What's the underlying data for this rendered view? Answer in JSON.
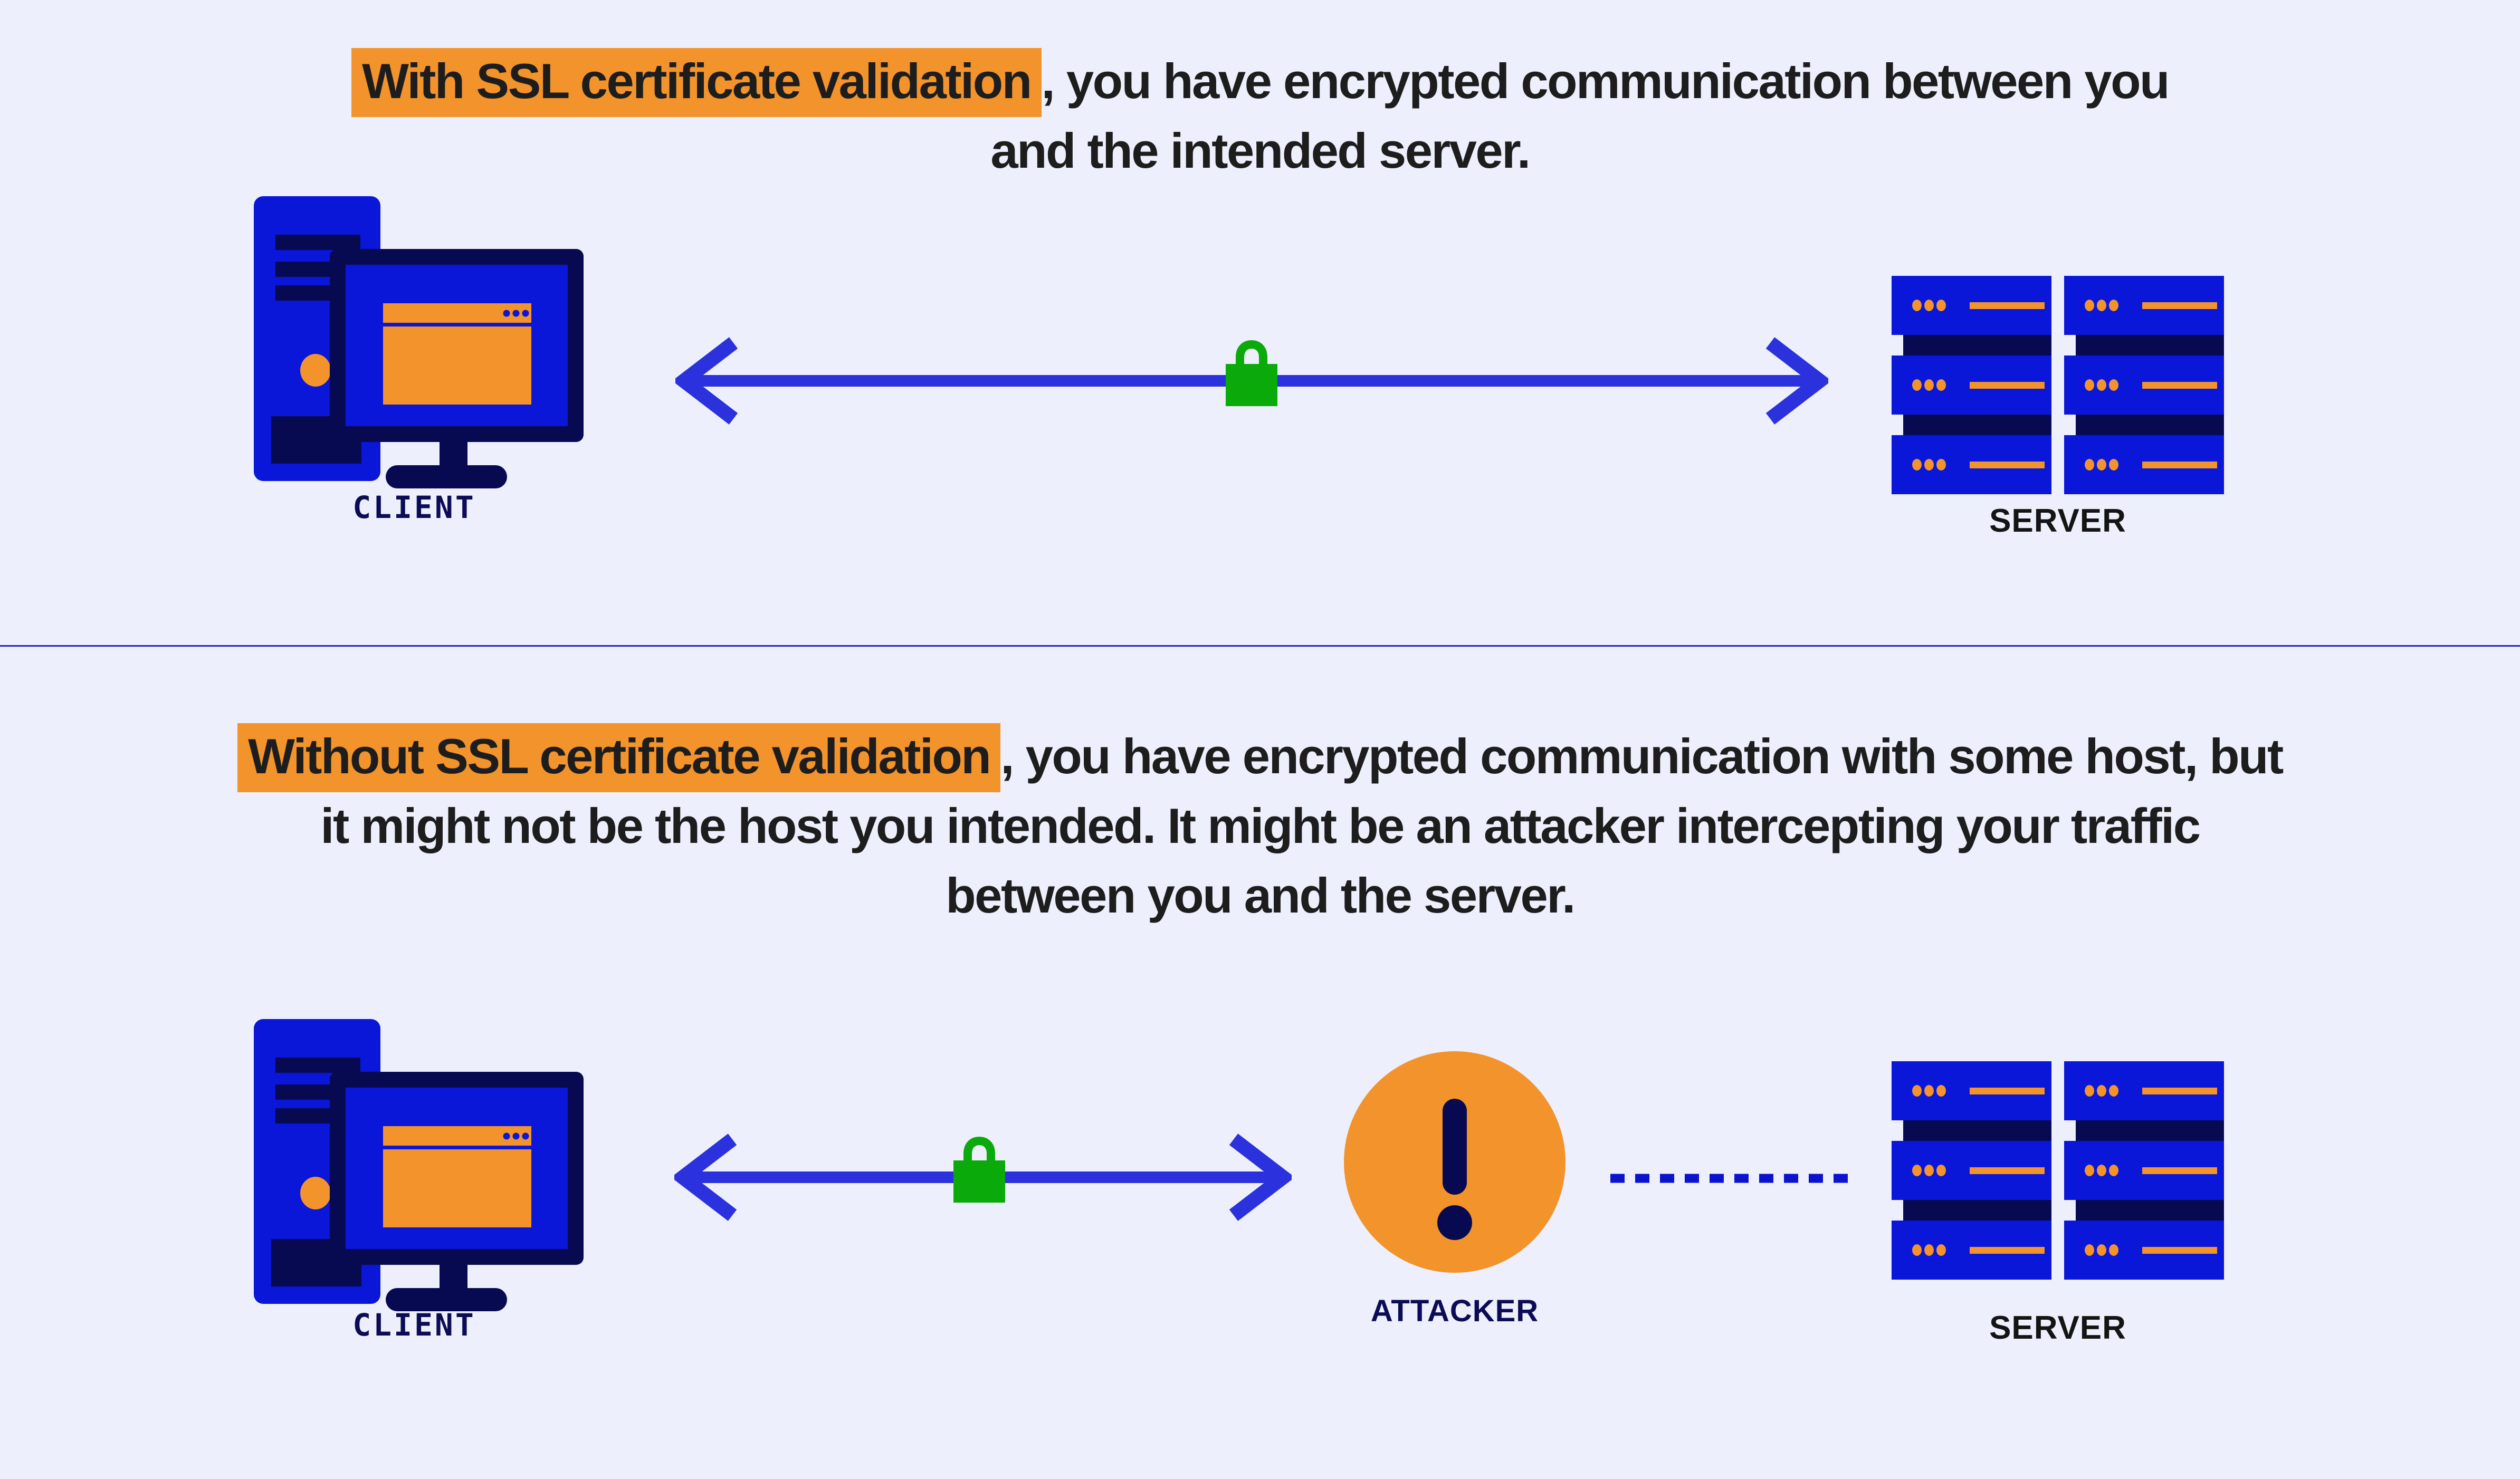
{
  "top_panel": {
    "headline": {
      "highlight": "With SSL certificate validation",
      "line1_rest": ", you have encrypted communication between you",
      "line2": "and the intended server."
    },
    "client_label": "CLIENT",
    "server_label": "SERVER"
  },
  "bottom_panel": {
    "headline": {
      "highlight": "Without SSL certificate validation",
      "line1_rest": ", you have encrypted communication with some host, but",
      "line2": "it might not be the host you intended. It might be an attacker intercepting your traffic",
      "line3": "between you and the server."
    },
    "client_label": "CLIENT",
    "attacker_label": "ATTACKER",
    "server_label": "SERVER"
  },
  "icons": {
    "client": "client-computer-icon",
    "server": "server-rack-icon",
    "attacker": "attacker-warning-icon",
    "lock": "padlock-icon",
    "secure_link": "double-arrow-encrypted-link",
    "intercepted_link": "dotted-link"
  },
  "colors": {
    "background": "#edeffc",
    "icon_blue": "#0a16d8",
    "arrow_blue": "#2b31dc",
    "dotted_blue": "#0b13cf",
    "navy": "#080a51",
    "orange": "#f2932c",
    "highlight_orange": "#f2932c",
    "lock_green": "#0baa0b",
    "headline_text": "#1d1d1d",
    "divider_blue": "#2424c8",
    "server_label_black": "#141414",
    "client_label_navy": "#0b0c55"
  }
}
